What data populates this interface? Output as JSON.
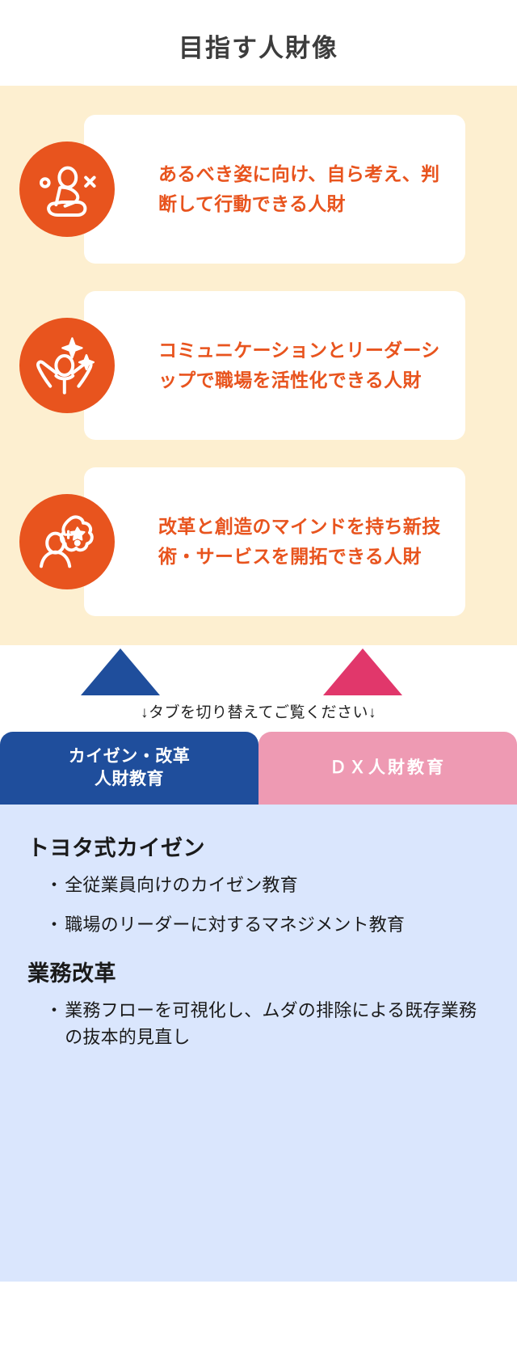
{
  "header": {
    "title": "目指す人財像"
  },
  "cards": [
    {
      "icon": "person-thinking-icon",
      "text": "あるべき姿に向け、自ら考え、判断して行動できる人財"
    },
    {
      "icon": "person-cheering-sparkle-icon",
      "text": "コミュニケーションとリーダーシップで職場を活性化できる人財"
    },
    {
      "icon": "person-idea-brain-icon",
      "text": "改革と創造のマインドを持ち新技術・サービスを開拓できる人財"
    }
  ],
  "arrows": {
    "left_icon": "triangle-up-blue-icon",
    "right_icon": "triangle-up-pink-icon"
  },
  "tab_hint": "↓タブを切り替えてご覧ください↓",
  "tabs": [
    {
      "label": "カイゼン・改革\n人財教育",
      "state": "active"
    },
    {
      "label": "ＤＸ人財教育",
      "state": "inactive"
    }
  ],
  "panel": {
    "sections": [
      {
        "heading": "トヨタ式カイゼン",
        "bullets": [
          "全従業員向けのカイゼン教育",
          "職場のリーダーに対するマネジメント教育"
        ]
      },
      {
        "heading": "業務改革",
        "bullets": [
          "業務フローを可視化し、ムダの排除による既存業務の抜本的見直し"
        ]
      }
    ],
    "bullet_marker": "・"
  },
  "colors": {
    "accent_orange": "#E8541E",
    "cream_bg": "#FDEFD0",
    "tab_blue": "#1F4E9C",
    "tab_pink": "#EE9AB3",
    "arrow_pink": "#E1376B",
    "panel_bg": "#DAE6FD",
    "title_gray": "#3C3C3C"
  }
}
